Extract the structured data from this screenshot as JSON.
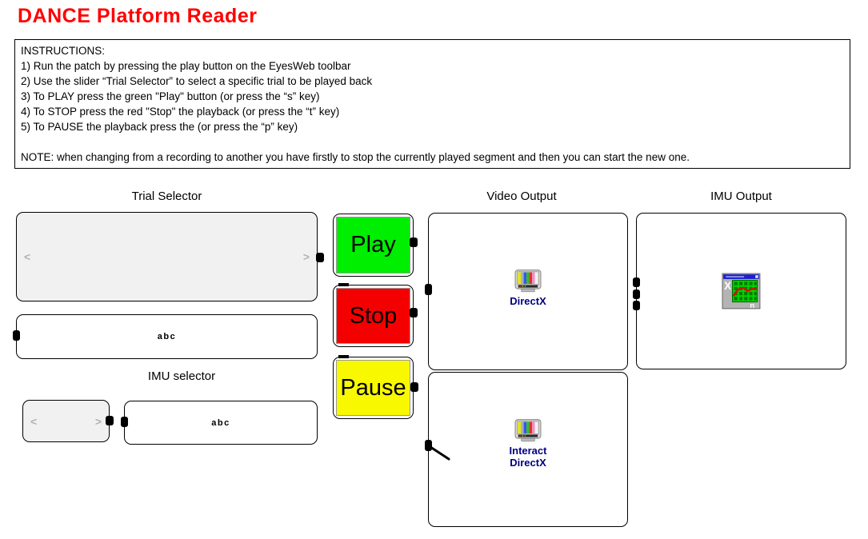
{
  "page": {
    "title": "DANCE Platform Reader",
    "title_color": "#ff0000",
    "background": "#ffffff"
  },
  "instructions": {
    "lines": [
      "INSTRUCTIONS:",
      "1) Run the patch by pressing the play button on the EyesWeb toolbar",
      "2) Use the slider “Trial Selector” to select a specific trial to be played back",
      "3) To PLAY press the green \"Play\" button (or press the “s” key)",
      "4) To STOP press the red \"Stop\" the playback (or press the “t” key)",
      "5) To PAUSE the playback press the (or press the “p” key)",
      "",
      "NOTE: when changing from a recording to another you have firstly to stop the currently played segment and then you can start the new one."
    ]
  },
  "sections": {
    "trial_selector_label": "Trial Selector",
    "imu_selector_label": "IMU selector",
    "video_output_label": "Video Output",
    "imu_output_label": "IMU Output"
  },
  "widgets": {
    "trial_slider": {
      "left_arrow": "<",
      "right_arrow": ">",
      "background": "#f1f1f1"
    },
    "trial_textbox": {
      "value": "abc"
    },
    "imu_slider": {
      "left_arrow": "<",
      "right_arrow": ">",
      "background": "#f1f1f1"
    },
    "imu_textbox": {
      "value": "abc"
    }
  },
  "buttons": {
    "play": {
      "label": "Play",
      "color": "#00ee00"
    },
    "stop": {
      "label": "Stop",
      "color": "#f40000"
    },
    "pause": {
      "label": "Pause",
      "color": "#f8f800"
    }
  },
  "panels": {
    "video_output": {
      "label": "DirectX",
      "label_color": "#000080"
    },
    "interact": {
      "label_line1": "Interact",
      "label_line2": "DirectX",
      "label_color": "#000080"
    },
    "imu_output": {
      "label_color": "#000080"
    }
  }
}
